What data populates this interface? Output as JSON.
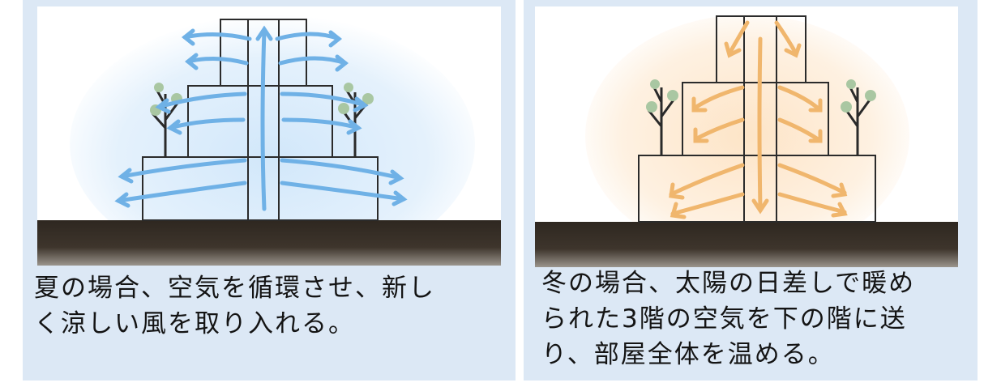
{
  "summer": {
    "caption_lines": [
      "夏の場合、空気を循環させ、新し",
      "く涼しい風を取り入れる。"
    ],
    "arrow_color": "#6fb1e6",
    "glow_color": "#cfe6fa"
  },
  "winter": {
    "caption_lines": [
      "冬の場合、太陽の日差しで暖め",
      "られた3階の空気を下の階に送",
      "り、部屋全体を温める。"
    ],
    "arrow_color": "#f0b66d",
    "glow_color": "#fde3c4"
  },
  "colors": {
    "card_bg": "#dce8f5",
    "ground": "#3a3128",
    "outline": "#2b2b2b"
  }
}
